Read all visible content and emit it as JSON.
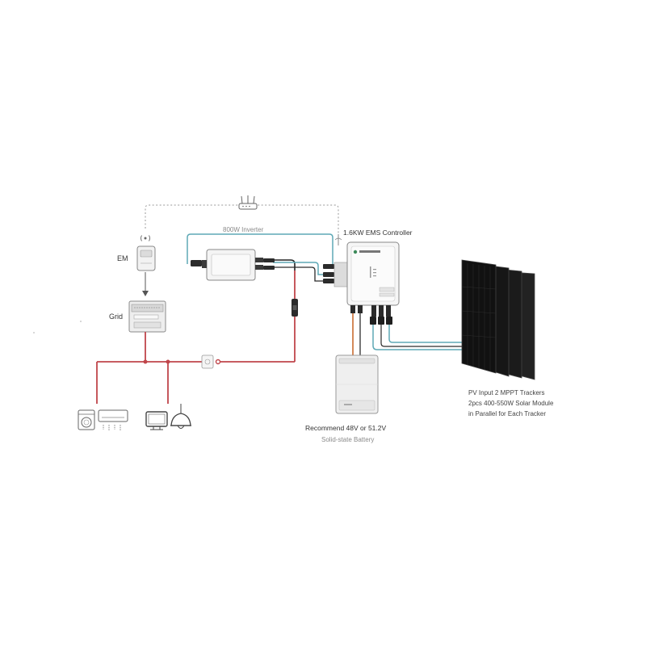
{
  "labels": {
    "em": "EM",
    "grid": "Grid",
    "inverter": "800W Inverter",
    "ems_controller": "1.6KW EMS Controller",
    "battery_line1": "Recommend 48V or 51.2V",
    "battery_line2": "Solid-state Battery",
    "pv_line1": "PV Input 2 MPPT Trackers",
    "pv_line2": "2pcs 400-550W Solar Module",
    "pv_line3": "in Parallel for Each Tracker"
  },
  "icons": {
    "router": "wifi-router-icon",
    "wireless": "wireless-signal-icon",
    "energy_meter": "energy-meter-icon",
    "grid_panel": "distribution-panel-icon",
    "inverter": "micro-inverter-icon",
    "ems": "ems-controller-icon",
    "battery": "battery-icon",
    "solar": "solar-panel-icon",
    "washer": "washing-machine-icon",
    "ac": "air-conditioner-icon",
    "tv": "tv-icon",
    "lamp": "lamp-icon",
    "socket": "wall-socket-icon"
  },
  "colors": {
    "ac_line": "#c0464b",
    "pv_line": "#5fa9b6",
    "battery_positive": "#d4895a",
    "battery_negative": "#777777",
    "data_line": "#9a9a9a",
    "black_cable": "#222222"
  }
}
